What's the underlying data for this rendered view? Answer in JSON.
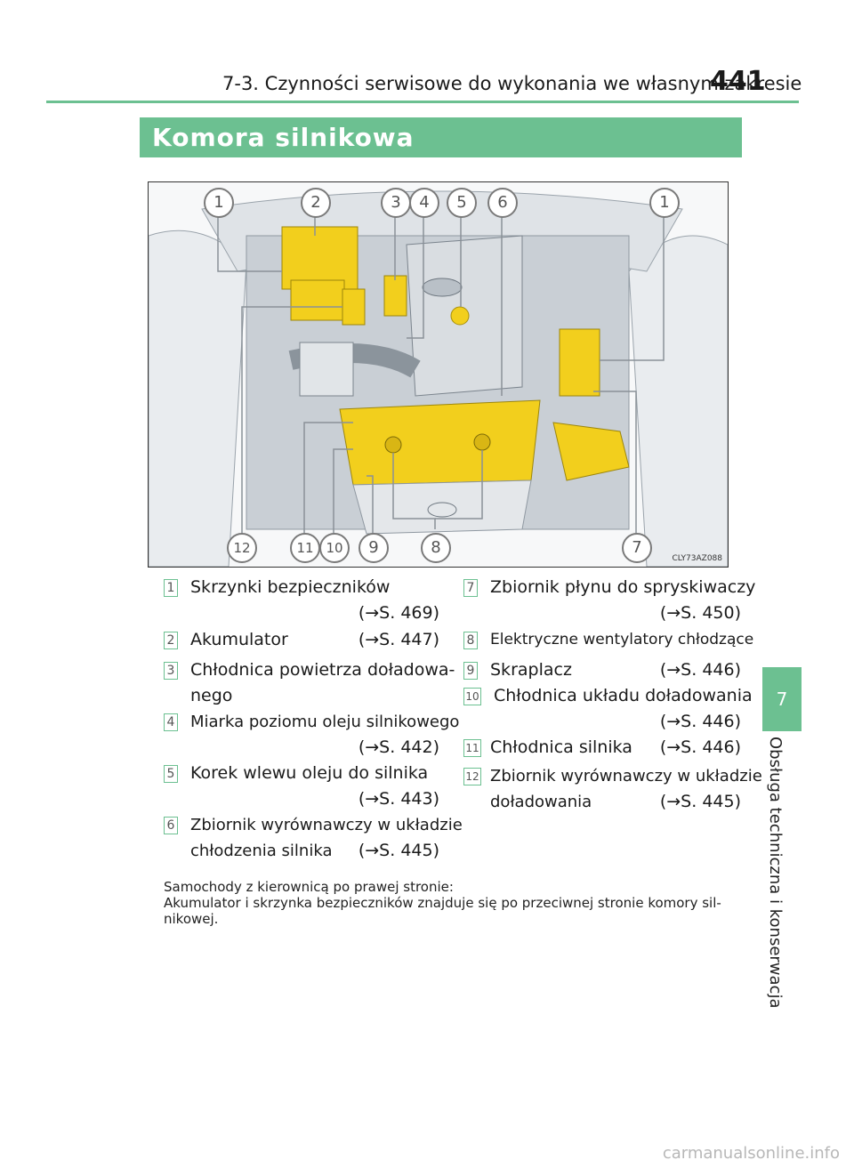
{
  "header": {
    "running_head": "7-3. Czynności serwisowe do wykonania we własnym zakresie",
    "page_number": "441"
  },
  "section_title": "Komora silnikowa",
  "figure": {
    "code": "CLY73AZ088",
    "callouts_top": [
      "1",
      "2",
      "3",
      "4",
      "5",
      "6",
      "1"
    ],
    "callouts_bottom": [
      "12",
      "11",
      "10",
      "9",
      "8",
      "7"
    ]
  },
  "legend": [
    {
      "num": "1",
      "text": "Skrzynki bezpieczników",
      "ref": "(→S. 469)"
    },
    {
      "num": "2",
      "text": "Akumulator",
      "ref": "(→S. 447)"
    },
    {
      "num": "3",
      "text": "Chłodnica powietrza doładowa-",
      "text2": "nego",
      "ref": ""
    },
    {
      "num": "4",
      "text": "Miarka poziomu oleju silnikowego",
      "ref": "(→S. 442)"
    },
    {
      "num": "5",
      "text": "Korek wlewu oleju do silnika",
      "ref": "(→S. 443)"
    },
    {
      "num": "6",
      "text": "Zbiornik wyrównawczy w układzie",
      "text2": "chłodzenia silnika",
      "ref": "(→S. 445)"
    },
    {
      "num": "7",
      "text": "Zbiornik płynu do spryskiwaczy",
      "ref": "(→S. 450)"
    },
    {
      "num": "8",
      "text": "Elektryczne wentylatory chłodzące",
      "ref": ""
    },
    {
      "num": "9",
      "text": "Skraplacz",
      "ref": "(→S. 446)"
    },
    {
      "num": "10",
      "text": "Chłodnica układu doładowania",
      "ref": "(→S. 446)"
    },
    {
      "num": "11",
      "text": "Chłodnica silnika",
      "ref": "(→S. 446)"
    },
    {
      "num": "12",
      "text": "Zbiornik wyrównawczy w układzie",
      "text2": "doładowania",
      "ref": "(→S. 445)"
    }
  ],
  "note": {
    "line1": "Samochody z kierownicą po prawej stronie:",
    "line2": "Akumulator i skrzynka bezpieczników znajduje się po przeciwnej stronie komory sil-nikowej."
  },
  "side_tab": {
    "number": "7",
    "label": "Obsługa techniczna i konserwacja"
  },
  "watermark": "carmanualsonline.info",
  "colors": {
    "accent": "#6cc091",
    "highlight_yellow": "#f2cf1d"
  }
}
